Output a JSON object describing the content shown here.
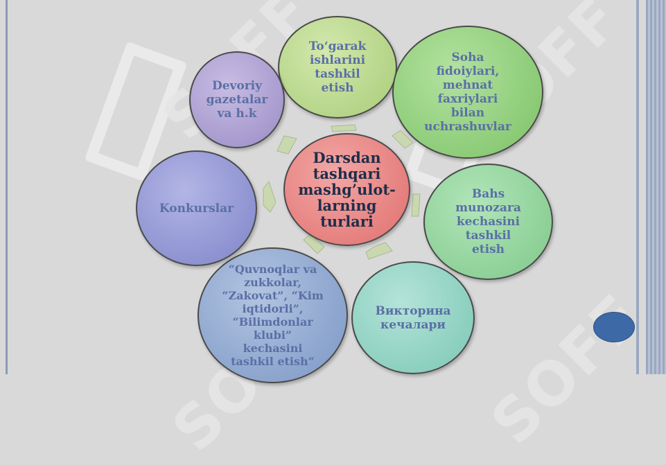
{
  "center": {
    "label": "Darsdan\ntashqari\nmashg’ulot-\nlarning\nturlari"
  },
  "nodes": [
    {
      "label": "To‘garak\nishlarini\ntashkil\netish"
    },
    {
      "label": "Soha\nfidoiylari,\nmehnat\nfaxriylari\nbilan\nuchrashuvlar"
    },
    {
      "label": "Bahs\nmunozara\nkechasini\ntashkil\netish"
    },
    {
      "label": "Викторина\nкечалари"
    },
    {
      "label": "“Quvnoqlar va\nzukkolar,\n“Zakovat”, “Kim\niqtidorli”,\n“Bilimdonlar\nklubi”\nkechasini\ntashkil etish“"
    },
    {
      "label": "Konkurslar"
    },
    {
      "label": "Devoriy\ngazetalar\nva h.k"
    }
  ],
  "watermark": {
    "text": "SOFF"
  },
  "colors": {
    "center": "#e87a79",
    "node0": "#b9d98c",
    "node1": "#90d17a",
    "node2": "#8fd49a",
    "node3": "#8fd3c4",
    "node4": "#8fa8cf",
    "node5": "#8f94d4",
    "node6": "#a89ad0",
    "text": "#5a6fa5"
  }
}
